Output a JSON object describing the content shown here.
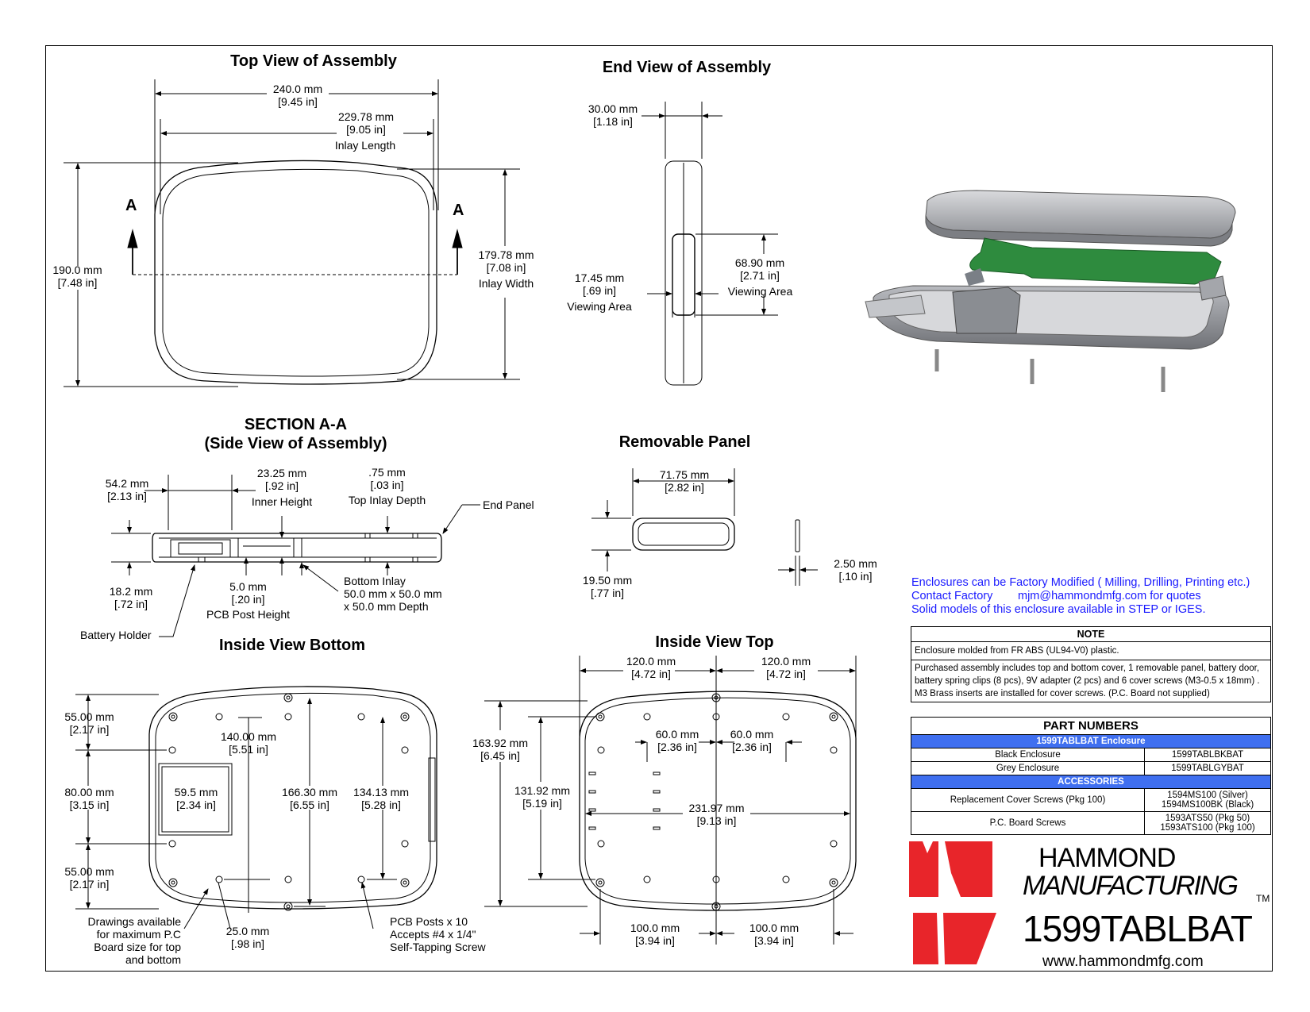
{
  "views": {
    "top_view": {
      "title": "Top View of Assembly",
      "dim_length_outer": "240.0 mm\n[9.45 in]",
      "dim_length_inner": "229.78 mm\n[9.05 in]",
      "inlay_length": "Inlay Length",
      "dim_height": "190.0 mm\n[7.48 in]",
      "dim_inlay_width": "179.78 mm\n[7.08 in]",
      "inlay_width": "Inlay Width",
      "section_mark": "A"
    },
    "end_view": {
      "title": "End View of Assembly",
      "dim_thickness": "30.00 mm\n[1.18 in]",
      "dim_view_w": "17.45 mm\n[.69 in]",
      "view_area_left": "Viewing Area",
      "dim_view_h": "68.90 mm\n[2.71 in]",
      "view_area_right": "Viewing Area"
    },
    "section": {
      "title": "SECTION A-A",
      "subtitle": "(Side View of Assembly)",
      "dim_54": "54.2 mm\n[2.13 in]",
      "dim_inner_height": "23.25 mm\n[.92 in]",
      "inner_height": "Inner Height",
      "dim_inlay_depth": ".75 mm\n[.03 in]",
      "top_inlay_depth": "Top Inlay Depth",
      "end_panel": "End Panel",
      "dim_18": "18.2 mm\n[.72 in]",
      "dim_5": "5.0 mm\n[.20 in]",
      "pcb_post_height": "PCB Post Height",
      "bottom_inlay": "Bottom Inlay\n50.0 mm x 50.0 mm\nx 50.0 mm Depth",
      "battery_holder": "Battery Holder"
    },
    "removable_panel": {
      "title": "Removable Panel",
      "dim_len": "71.75 mm\n[2.82 in]",
      "dim_h": "19.50 mm\n[.77 in]",
      "dim_t": "2.50 mm\n[.10 in]"
    },
    "inside_bottom": {
      "title": "Inside View Bottom",
      "dim_55_top": "55.00 mm\n[2.17 in]",
      "dim_80": "80.00 mm\n[3.15 in]",
      "dim_55_bottom": "55.00 mm\n[2.17 in]",
      "dim_140": "140.00 mm\n[5.51 in]",
      "dim_59": "59.5 mm\n[2.34 in]",
      "dim_166": "166.30 mm\n[6.55 in]",
      "dim_134": "134.13 mm\n[5.28 in]",
      "dim_25": "25.0 mm\n[.98 in]",
      "note_drawings": "Drawings available\nfor maximum P.C\nBoard size for top\nand bottom",
      "pcb_posts": "PCB Posts x 10\nAccepts #4 x 1/4\"\nSelf-Tapping Screw"
    },
    "inside_top": {
      "title": "Inside View Top",
      "dim_120_left": "120.0 mm\n[4.72 in]",
      "dim_120_right": "120.0 mm\n[4.72 in]",
      "dim_163": "163.92 mm\n[6.45 in]",
      "dim_131": "131.92 mm\n[5.19 in]",
      "dim_60_left": "60.0 mm\n[2.36 in]",
      "dim_60_right": "60.0 mm\n[2.36 in]",
      "dim_231": "231.97 mm\n[9.13 in]",
      "dim_100_left": "100.0 mm\n[3.94 in]",
      "dim_100_right": "100.0 mm\n[3.94 in]"
    }
  },
  "info": {
    "line1": "Enclosures can be Factory Modified ( Milling, Drilling, Printing etc.)",
    "line2a": "Contact Factory",
    "line2b": "mjm@hammondmfg.com for quotes",
    "line3": "Solid models of this enclosure available in STEP or IGES."
  },
  "note_table": {
    "header": "NOTE",
    "row1": "Enclosure molded from FR ABS (UL94-V0) plastic.",
    "row2": "Purchased assembly includes top and bottom cover, 1 removable panel, battery door, battery spring clips (8 pcs), 9V adapter (2 pcs) and 6 cover screws (M3-0.5 x 18mm) . M3 Brass inserts are installed for cover screws. (P.C. Board not supplied)"
  },
  "parts_table": {
    "header": "PART NUMBERS",
    "group1": "1599TABLBAT Enclosure",
    "rows1": [
      {
        "desc": "Black Enclosure",
        "pn": "1599TABLBKBAT"
      },
      {
        "desc": "Grey Enclosure",
        "pn": "1599TABLGYBAT"
      }
    ],
    "group2": "ACCESSORIES",
    "rows2": [
      {
        "desc": "Replacement Cover Screws (Pkg 100)",
        "pn": "1594MS100 (Silver)\n1594MS100BK (Black)"
      },
      {
        "desc": "P.C. Board Screws",
        "pn": "1593ATS50 (Pkg 50)\n1593ATS100 (Pkg 100)"
      }
    ]
  },
  "brand": {
    "name1": "HAMMOND",
    "name2": "MANUFACTURING",
    "tm": "TM",
    "part_number": "1599TABLBAT",
    "website": "www.hammondmfg.com",
    "logo_color": "#e8252a"
  }
}
